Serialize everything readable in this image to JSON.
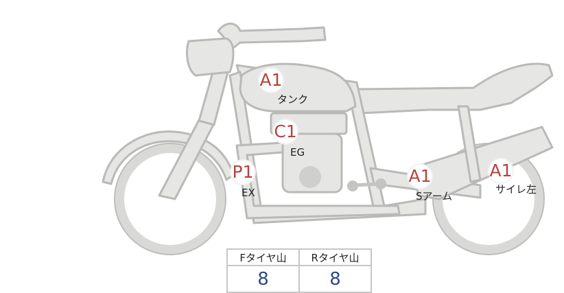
{
  "markers": [
    {
      "code": "A1",
      "label": "タンク"
    },
    {
      "code": "C1",
      "label": "EG"
    },
    {
      "code": "P1",
      "label": "EX"
    },
    {
      "code": "A1",
      "label": "Sアーム"
    },
    {
      "code": "A1",
      "label": "サイレ左"
    }
  ],
  "tread_table": {
    "headers": [
      "Fタイヤ山",
      "Rタイヤ山"
    ],
    "values": [
      "8",
      "8"
    ]
  },
  "colors": {
    "marker_text": "#b5433f",
    "value_text": "#2d4a86",
    "bike_fill": "#e6e6e4",
    "bike_stroke": "#b9b9b7"
  }
}
